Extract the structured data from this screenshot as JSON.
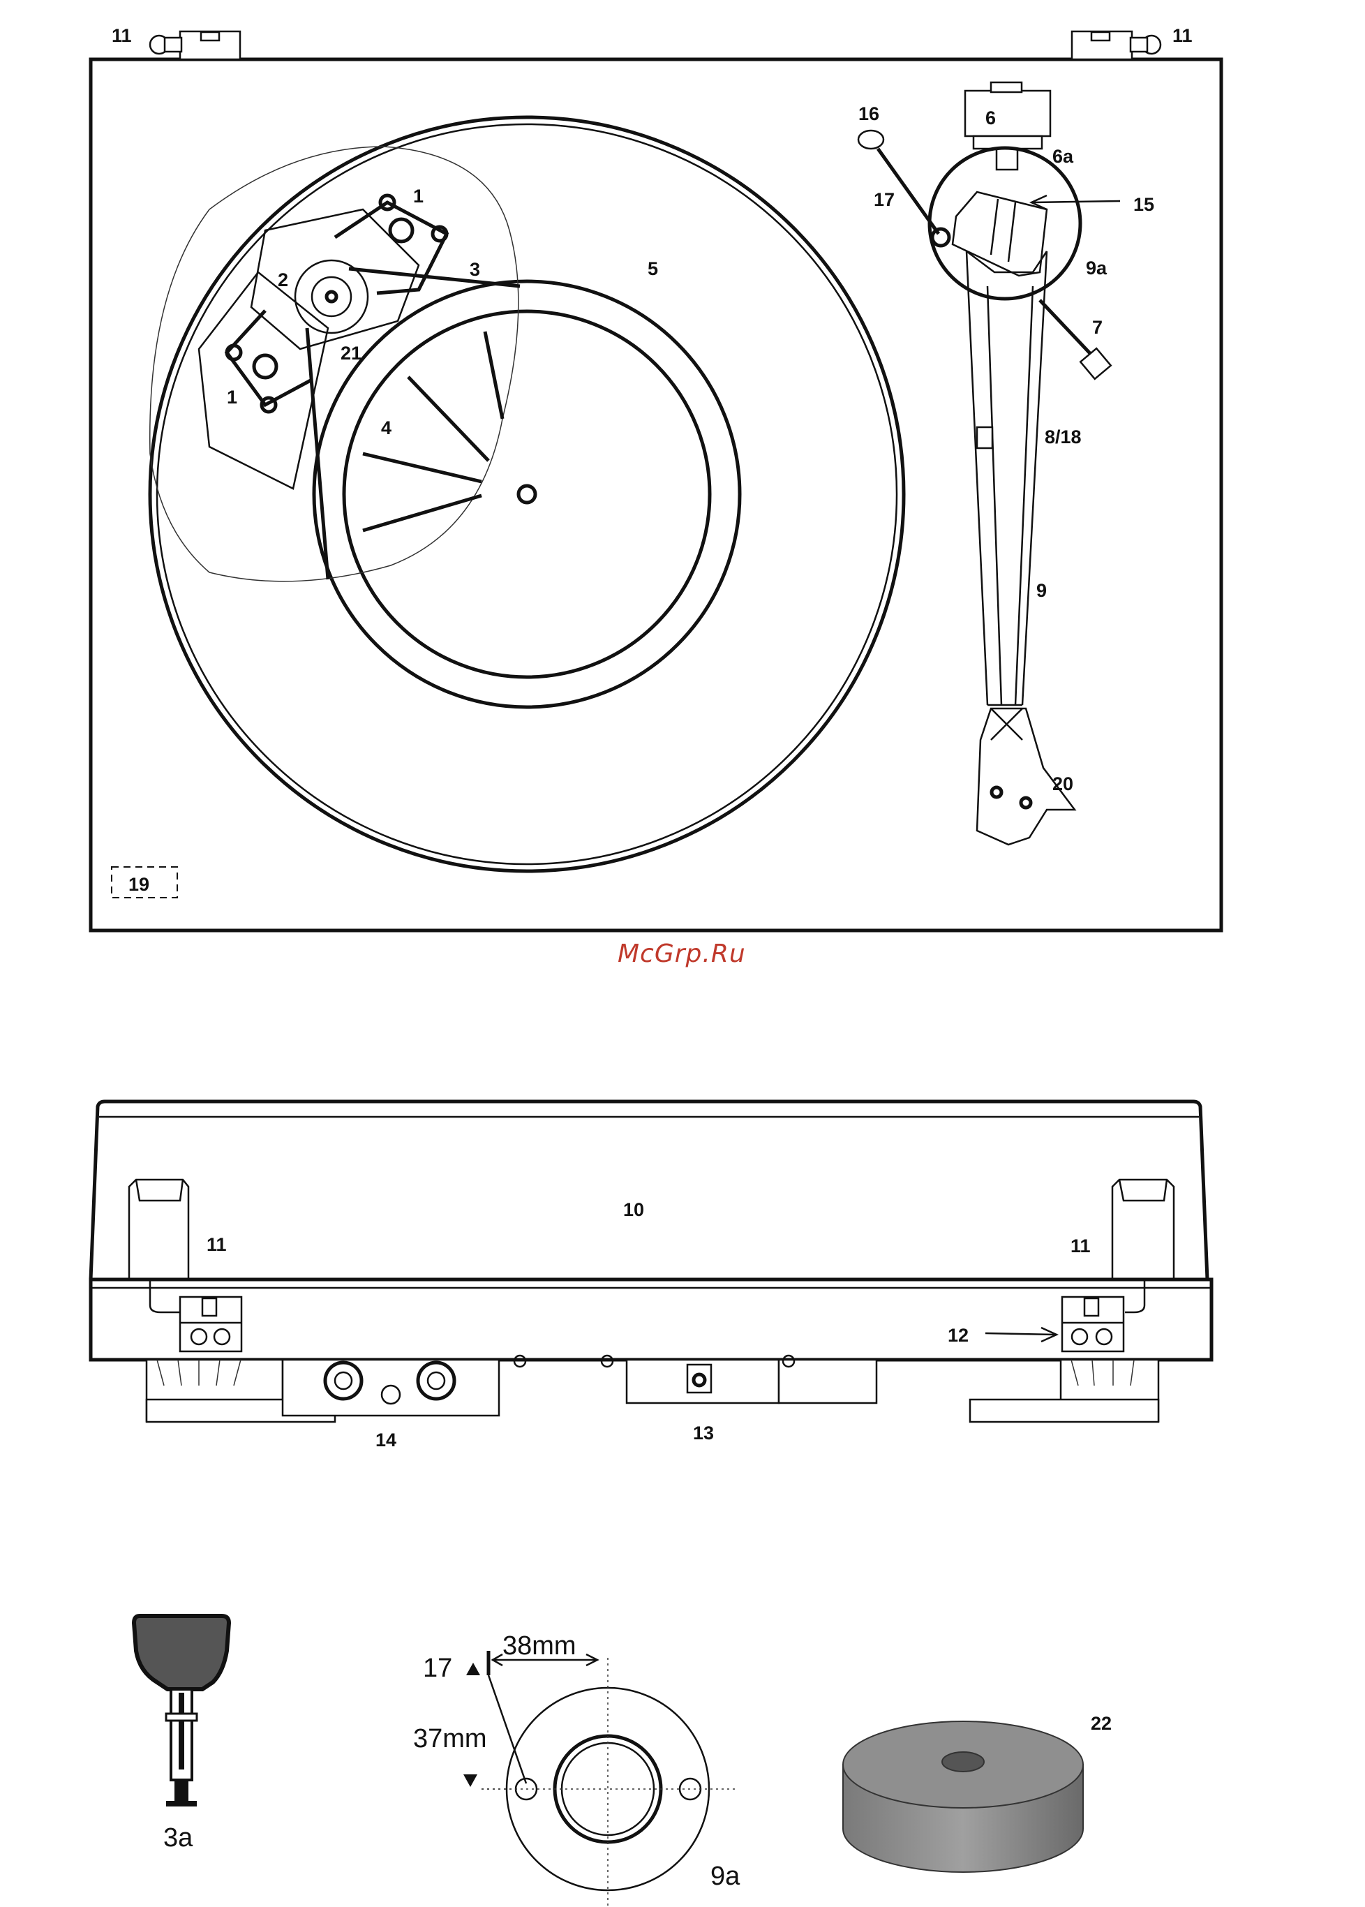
{
  "top_view": {
    "labels": {
      "hinge_left": "11",
      "hinge_right": "11",
      "motor_mount_top": "1",
      "motor_mount_bottom": "1",
      "motor_pulley": "2",
      "belt": "3",
      "subplatter": "4",
      "platter": "5",
      "counterweight": "6",
      "counterweight_ring": "6a",
      "cueing_lever": "7",
      "arm_lift": "8/18",
      "tonearm": "9",
      "tonearm_base": "9a",
      "antiskate_weight": "16",
      "antiskate_wire": "17",
      "vta_screw": "15",
      "headshell": "20",
      "motor": "21",
      "label_sticker": "19"
    }
  },
  "watermark": "McGrp.Ru",
  "rear_view": {
    "labels": {
      "dustcover": "10",
      "hinge_left": "11",
      "hinge_right": "11",
      "hinge_screw": "12",
      "power_socket": "13",
      "rca_outputs": "14"
    }
  },
  "accessories": {
    "belt_tool_label": "3a",
    "template_arm_label": "17",
    "template_base_label": "9a",
    "dimension_horizontal": "38mm",
    "dimension_vertical": "37mm",
    "puck_label": "22"
  }
}
